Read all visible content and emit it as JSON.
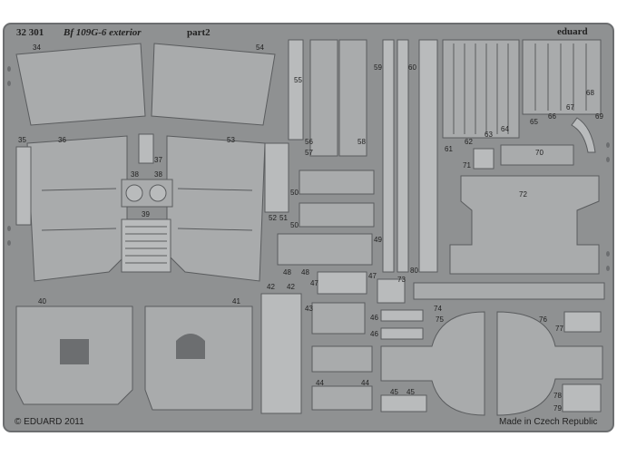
{
  "header": {
    "set_number": "32 301",
    "title": "Bf 109G-6 exterior",
    "subtitle": "part2",
    "brand": "eduard"
  },
  "footer": {
    "copyright": "© EDUARD 2011",
    "origin": "Made in Czech Republic"
  },
  "part_numbers": {
    "p34a": "34",
    "p54": "54",
    "p55": "55",
    "p59": "59",
    "p60": "60",
    "p35": "35",
    "p36": "36",
    "p37": "37",
    "p53": "53",
    "p56": "56",
    "p57": "57",
    "p58": "58",
    "p38a": "38",
    "p38b": "38",
    "p39": "39",
    "p50a": "50",
    "p50b": "50",
    "p52": "52",
    "p51": "51",
    "p49": "49",
    "p48a": "48",
    "p48b": "48",
    "p47a": "47",
    "p47b": "47",
    "p73": "73",
    "p42a": "42",
    "p42b": "42",
    "p43": "43",
    "p40": "40",
    "p41": "41",
    "p46a": "46",
    "p46b": "46",
    "p44a": "44",
    "p44b": "44",
    "p45a": "45",
    "p45b": "45",
    "p61": "61",
    "p62": "62",
    "p63": "63",
    "p64": "64",
    "p65": "65",
    "p66": "66",
    "p67": "67",
    "p68": "68",
    "p69": "69",
    "p70": "70",
    "p71": "71",
    "p72": "72",
    "p74": "74",
    "p75": "75",
    "p76": "76",
    "p77": "77",
    "p78": "78",
    "p79": "79",
    "p80": "80"
  },
  "colors": {
    "fret": "#8f9192",
    "fret_edge": "#6c6e70",
    "part": "#a9abac",
    "part_light": "#b9bbbc",
    "line": "#5a5c5e"
  }
}
